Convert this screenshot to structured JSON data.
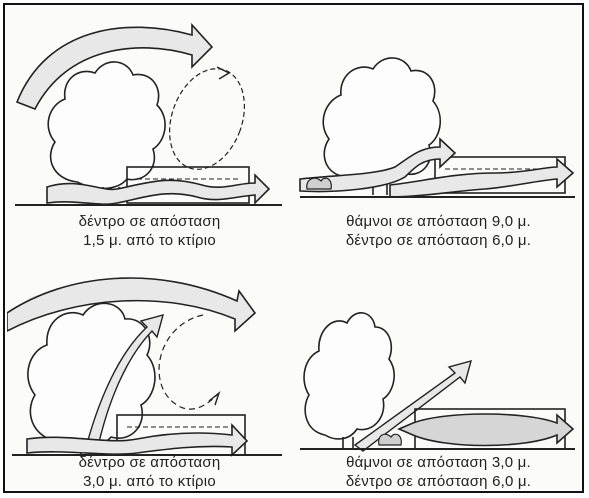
{
  "panels": [
    {
      "caption": [
        "δέντρο σε απόσταση",
        "1,5 μ. από το κτίριο"
      ]
    },
    {
      "caption": [
        "θάμνοι σε απόσταση 9,0 μ.",
        "δέντρο σε απόσταση 6,0 μ."
      ]
    },
    {
      "caption": [
        "δέντρο σε απόσταση",
        "3,0 μ. από το κτίριο"
      ]
    },
    {
      "caption": [
        "θάμνοι σε απόσταση 3,0 μ.",
        "δέντρο σε απόσταση 6,0 μ."
      ]
    }
  ],
  "colors": {
    "ink": "#222222",
    "arrow_fill": "#e6e6e6",
    "shade": "#cfcfcf"
  }
}
